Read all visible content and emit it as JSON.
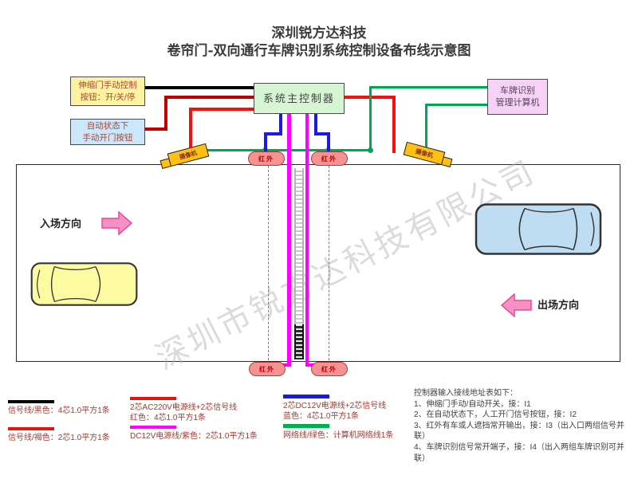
{
  "page": {
    "title_line1": "深圳锐方达科技",
    "title_line2": "卷帘门-双向通行车牌识别系统控制设备布线示意图",
    "watermark": "深圳市锐方达科技有限公司"
  },
  "devices": {
    "manual_button": {
      "line1": "伸缩门手动控制",
      "line2": "按钮：开/关/停"
    },
    "auto_button": {
      "line1": "自动状态下",
      "line2": "手动开门按钮"
    },
    "controller": "系统主控制器",
    "computer": {
      "line1": "车牌识别",
      "line2": "管理计算机"
    },
    "infrared": "红外",
    "camera": "摄像机"
  },
  "directions": {
    "entry": "入场方向",
    "exit": "出场方向"
  },
  "legend": {
    "items": [
      {
        "color": "#000000",
        "lines": [
          "信号线/黑色：4芯1.0平方1条"
        ]
      },
      {
        "color": "#e4150f",
        "lines": [
          "信号线/褐色：2芯1.0平方1条"
        ]
      },
      {
        "color": "#e4150f",
        "lines": [
          "2芯AC220V电源线+2芯信号线",
          "红色：4芯1.0平方1条"
        ]
      },
      {
        "color": "#ff00ff",
        "lines": [
          "DC12V电源线/紫色：2芯1.0平方1条"
        ]
      },
      {
        "color": "#1a1ae6",
        "lines": [
          "2芯DC12V电源线+2芯信号线",
          "蓝色：4芯1.0平方1条"
        ]
      },
      {
        "color": "#00b050",
        "lines": [
          "网络线/绿色：计算机网络线1条"
        ]
      }
    ]
  },
  "notes": {
    "title": "控制器输入接线地址表如下：",
    "items": [
      "1、伸缩门手动/自动开关，接：I1",
      "2、在自动状态下，人工开门信号按钮，接：I2",
      "3、红外有车或人遮挡常开输出，接：I3（出入口两组信号并联）",
      "4、车牌识别信号常开端子，接：I4（出入两组车牌识别可并联）"
    ]
  },
  "colors": {
    "wire_black": "#000000",
    "wire_red": "#f50f0f",
    "wire_dark_red": "#c00000",
    "wire_blue": "#1a1ae6",
    "wire_magenta": "#ff00ff",
    "wire_green": "#00a651",
    "box_yellow": "#fff3a1",
    "box_blue": "#cbe7fa",
    "box_green": "#d6f5d2",
    "box_pink": "#f7d2f7",
    "sensor_fill": "#f49392",
    "camera_fill": "#ffc013",
    "arrow_pink": "#f591c3",
    "car_yellow": "#fdfba2",
    "car_blue": "#bfddf2"
  }
}
